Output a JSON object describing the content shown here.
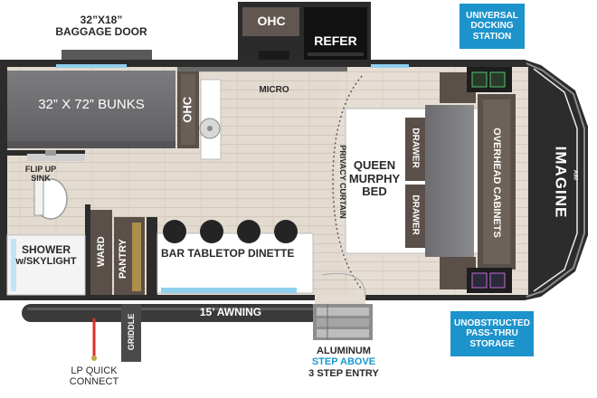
{
  "labels": {
    "baggage_door": [
      "32”X18”",
      "BAGGAGE DOOR"
    ],
    "ohc_top": "OHC",
    "refer": "REFER",
    "micro": "MICRO",
    "bunks": "32” X 72” BUNKS",
    "ohc_side": "OHC",
    "flip_up_sink": [
      "FLIP UP",
      "SINK"
    ],
    "shower": [
      "SHOWER",
      "w/SKYLIGHT"
    ],
    "ward": "WARD",
    "pantry": "PANTRY",
    "bar_dinette": "BAR TABLETOP DINETTE",
    "privacy_curtain": "PRIVACY CURTAIN",
    "queen_bed": [
      "QUEEN",
      "MURPHY",
      "BED"
    ],
    "drawer_1": "DRAWER",
    "drawer_2": "DRAWER",
    "overhead_cabinets": "OVERHEAD CABINETS",
    "brand": "IMAGINE",
    "brand_sub": "AIM",
    "awning": "15’ AWNING",
    "griddle": "GRIDDLE",
    "lp_connect": [
      "LP QUICK",
      "CONNECT"
    ],
    "entry": [
      "ALUMINUM",
      "STEP ABOVE",
      "3 STEP ENTRY"
    ]
  },
  "badges": {
    "docking_station": [
      "UNIVERSAL",
      "DOCKING",
      "STATION"
    ],
    "pass_thru": [
      "UNOBSTRUCTED",
      "PASS-THRU",
      "STORAGE"
    ]
  },
  "colors": {
    "wall": "#2c2c2c",
    "floor": "#e4dcd2",
    "cabinet": "#5a5049",
    "badge_blue": "#1d93cc",
    "accent_blue": "#1a97cf",
    "bed_gray": "#7d7d80",
    "lp_red": "#d8312b"
  }
}
